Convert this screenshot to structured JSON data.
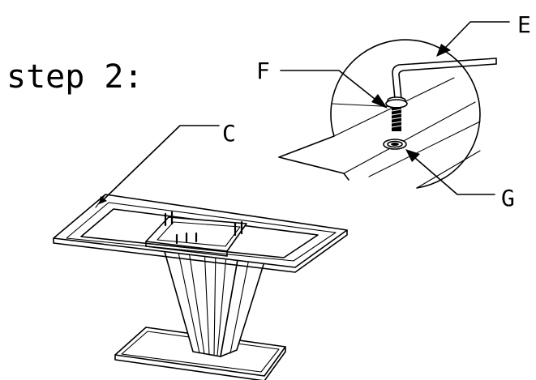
{
  "title": "step 2:",
  "labels": {
    "c": "C",
    "e": "E",
    "f": "F",
    "g": "G"
  },
  "colors": {
    "ink": "#000000",
    "paper": "#ffffff"
  }
}
